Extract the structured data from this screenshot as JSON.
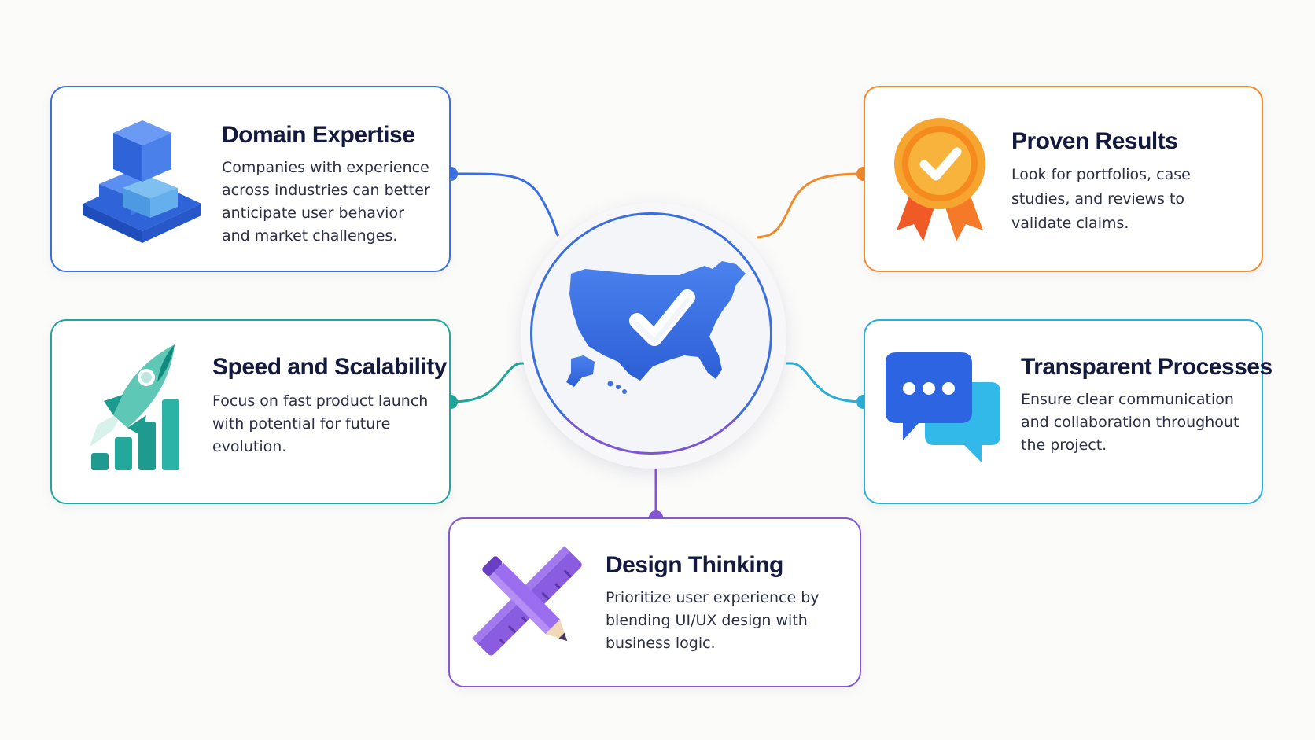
{
  "colors": {
    "blue": "#3b6fe0",
    "orange": "#f2892b",
    "teal": "#1fa59a",
    "cyan": "#2aaed8",
    "purple": "#8655d6",
    "heading": "#141a3d",
    "text": "#2a2f45"
  },
  "center": {
    "icon": "usa-map-check-icon"
  },
  "cards": {
    "domain": {
      "title": "Domain Expertise",
      "desc": "Companies with experience across industries can better anticipate user behavior and market challenges.",
      "icon": "stacked-cubes-icon"
    },
    "proven": {
      "title": "Proven Results",
      "desc": "Look for portfolios, case studies, and reviews to validate claims.",
      "icon": "award-ribbon-icon"
    },
    "speed": {
      "title": "Speed and Scalability",
      "desc": "Focus on fast product launch with potential for future evolution.",
      "icon": "rocket-chart-icon"
    },
    "transparent": {
      "title": "Transparent Processes",
      "desc": "Ensure clear communication and collaboration throughout the project.",
      "icon": "chat-bubbles-icon"
    },
    "design": {
      "title": "Design Thinking",
      "desc": "Prioritize user experience by blending UI/UX design with business logic.",
      "icon": "pencil-ruler-icon"
    }
  }
}
